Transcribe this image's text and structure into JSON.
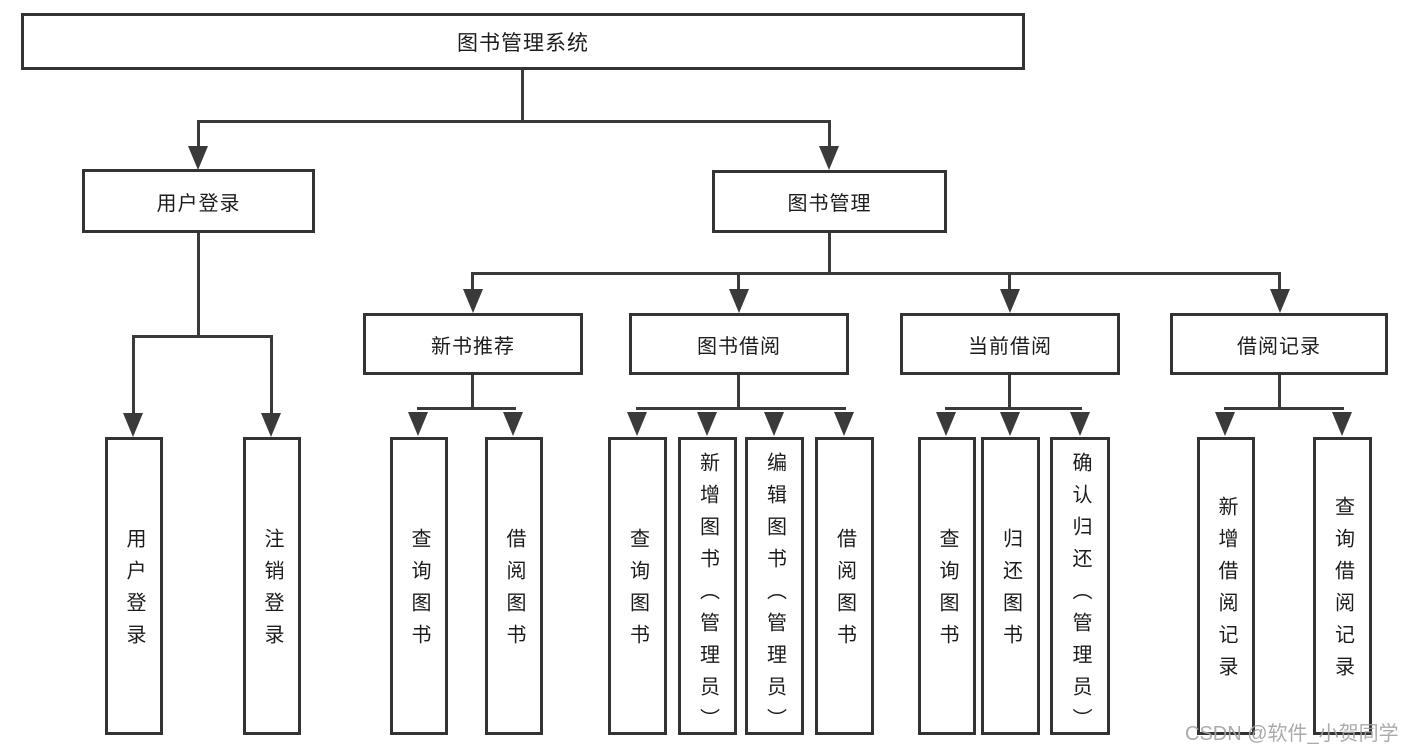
{
  "colors": {
    "line": "#3a3a3a",
    "border": "#333333",
    "text": "#1c1c1c",
    "background": "#ffffff",
    "watermark": "#a3a3a3"
  },
  "tree": {
    "root": {
      "label": "图书管理系统"
    },
    "branches": [
      {
        "label": "用户登录",
        "leaves": [
          {
            "label": "用户登录"
          },
          {
            "label": "注销登录"
          }
        ]
      },
      {
        "label": "图书管理",
        "groups": [
          {
            "label": "新书推荐",
            "leaves": [
              {
                "label": "查询图书"
              },
              {
                "label": "借阅图书"
              }
            ]
          },
          {
            "label": "图书借阅",
            "leaves": [
              {
                "label": "查询图书"
              },
              {
                "label": "新增图书（管理员）"
              },
              {
                "label": "编辑图书（管理员）"
              },
              {
                "label": "借阅图书"
              }
            ]
          },
          {
            "label": "当前借阅",
            "leaves": [
              {
                "label": "查询图书"
              },
              {
                "label": "归还图书"
              },
              {
                "label": "确认归还（管理员）"
              }
            ]
          },
          {
            "label": "借阅记录",
            "leaves": [
              {
                "label": "新增借阅记录"
              },
              {
                "label": "查询借阅记录"
              }
            ]
          }
        ]
      }
    ]
  },
  "watermark": {
    "text": "CSDN @软件_小贺同学"
  }
}
